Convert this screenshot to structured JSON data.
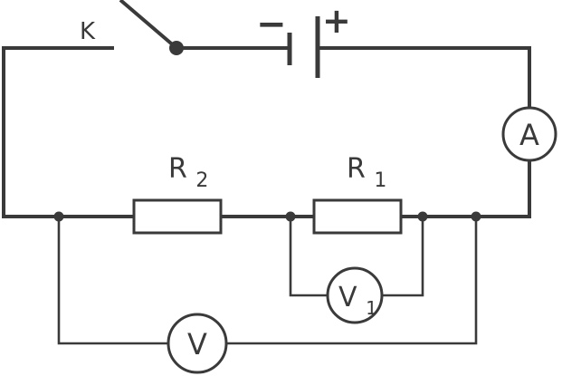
{
  "labels": {
    "switch": "K",
    "battery_minus": "−",
    "battery_plus": "+",
    "ammeter": "A",
    "resistor_2": {
      "main": "R",
      "sub": "2"
    },
    "resistor_1": {
      "main": "R",
      "sub": "1"
    },
    "voltmeter_1": {
      "main": "V",
      "sub": "1"
    },
    "voltmeter": "V"
  }
}
